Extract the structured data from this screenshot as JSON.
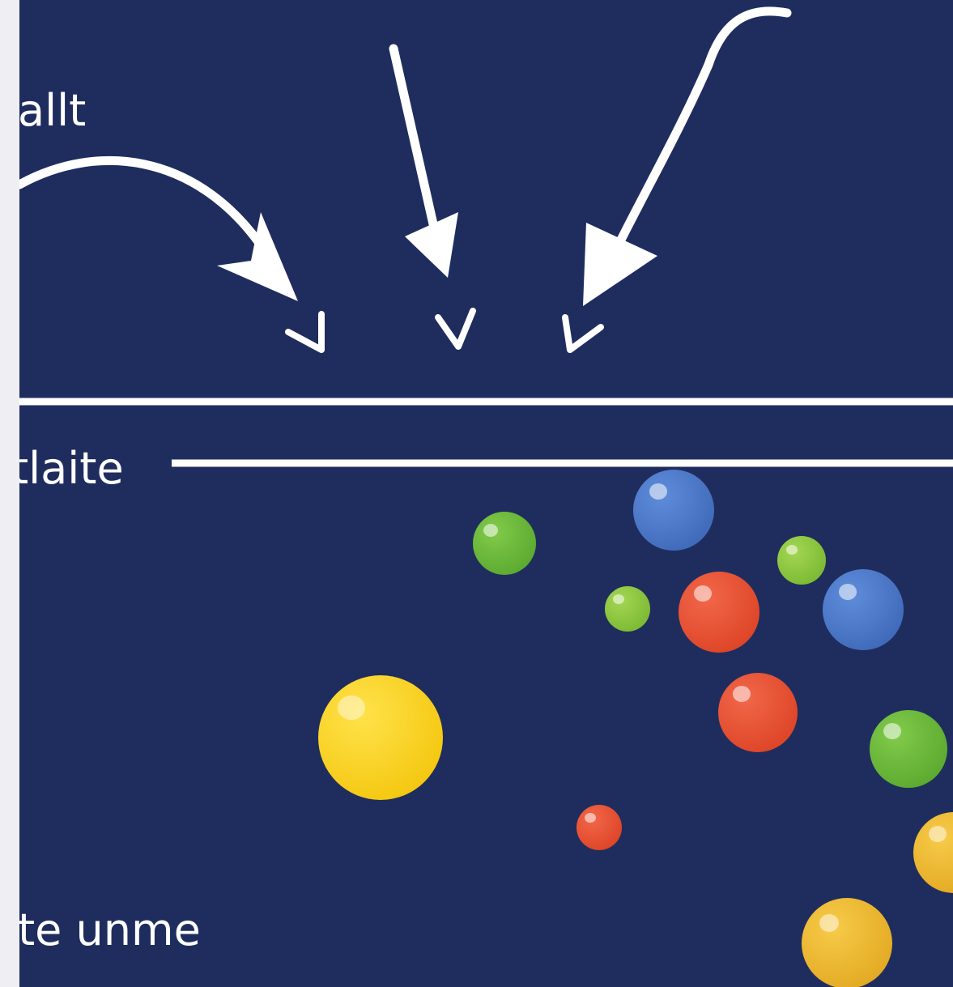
{
  "labels": {
    "top": "allt",
    "middle": "tlaite",
    "bottom": "te unme"
  },
  "colors": {
    "background": "#1f2d5e",
    "page_edge": "#eeeef3",
    "lines": "#ffffff",
    "ball_yellow": "#f6cf1e",
    "ball_gold": "#e9b52f",
    "ball_red": "#e5502f",
    "ball_green": "#6db93a",
    "ball_lime": "#8cc63d",
    "ball_blue": "#4a78c8"
  },
  "arrows": [
    {
      "name": "left-curved-arrow",
      "icon": "arrow-icon"
    },
    {
      "name": "middle-straight-arrow",
      "icon": "arrow-icon"
    },
    {
      "name": "right-curved-arrow",
      "icon": "arrow-icon"
    }
  ],
  "balls": [
    {
      "color": "blue"
    },
    {
      "color": "green"
    },
    {
      "color": "lime"
    },
    {
      "color": "lime"
    },
    {
      "color": "red"
    },
    {
      "color": "blue"
    },
    {
      "color": "red"
    },
    {
      "color": "green"
    },
    {
      "color": "yellow"
    },
    {
      "color": "red"
    },
    {
      "color": "gold"
    },
    {
      "color": "gold"
    }
  ]
}
